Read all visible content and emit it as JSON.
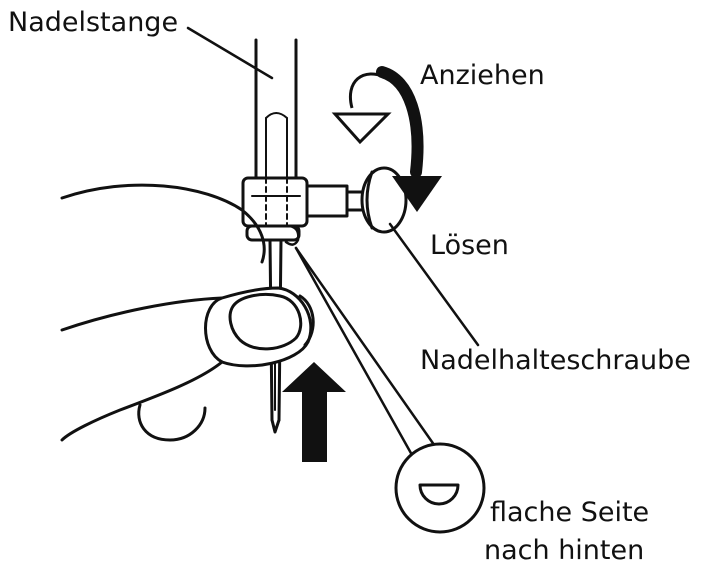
{
  "labels": {
    "needle_bar": "Nadelstange",
    "tighten": "Anziehen",
    "loosen": "Lösen",
    "needle_clamp_screw": "Nadelhalteschraube",
    "flat_side_line1": "flache Seite",
    "flat_side_line2": "nach hinten"
  },
  "colors": {
    "ink": "#111111",
    "paper": "#ffffff"
  },
  "icons": {
    "tighten": "curved-arrow-counterclockwise-outline-icon",
    "loosen": "curved-arrow-clockwise-solid-icon",
    "insert": "arrow-up-solid-icon"
  }
}
